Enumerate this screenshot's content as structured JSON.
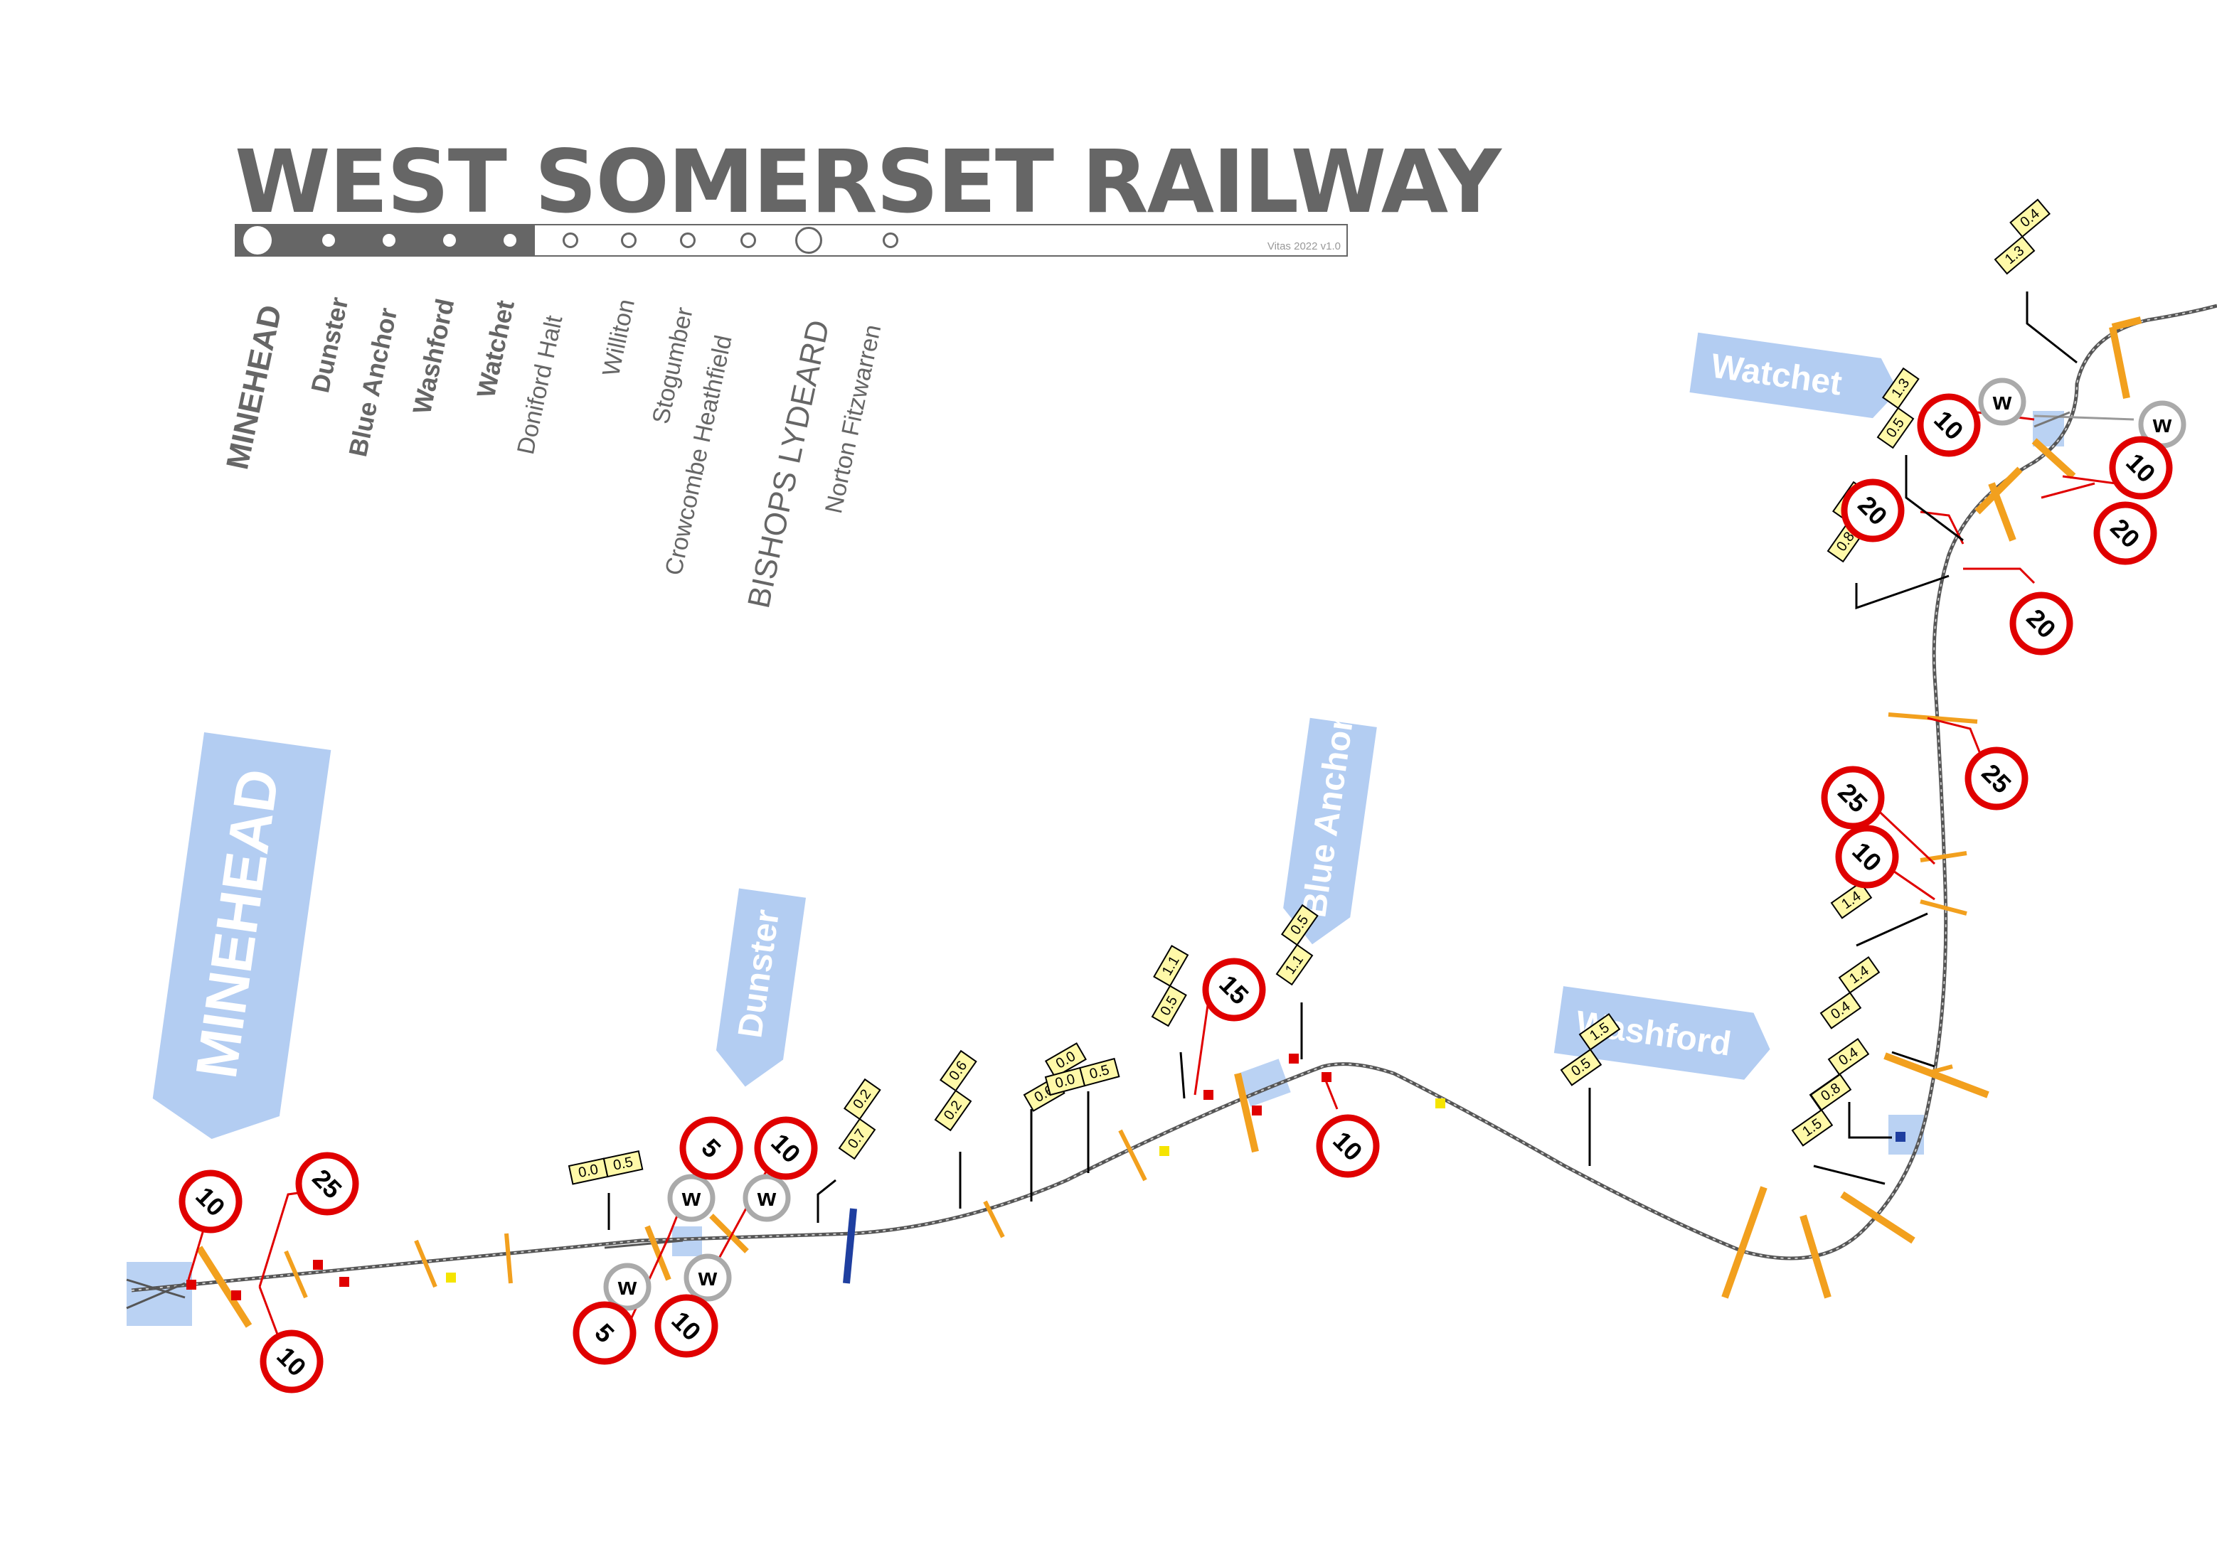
{
  "title": "WEST SOMERSET RAILWAY",
  "version": "Vitas 2022   v1.0",
  "stations_list": [
    {
      "name": "MINEHEAD",
      "style": "major"
    },
    {
      "name": "Dunster",
      "style": "minor"
    },
    {
      "name": "Blue Anchor",
      "style": "minor"
    },
    {
      "name": "Washford",
      "style": "minor"
    },
    {
      "name": "Watchet",
      "style": "minor"
    },
    {
      "name": "Doniford Halt",
      "style": "halt"
    },
    {
      "name": "Williton",
      "style": "halt"
    },
    {
      "name": "Stogumber",
      "style": "halt"
    },
    {
      "name": "Crowcombe Heathfield",
      "style": "halt"
    },
    {
      "name": "BISHOPS LYDEARD",
      "style": "majorHalt"
    },
    {
      "name": "Norton Fitzwarren",
      "style": "halt"
    }
  ],
  "station_banners": [
    {
      "name": "MINEHEAD"
    },
    {
      "name": "Dunster"
    },
    {
      "name": "Blue Anchor"
    },
    {
      "name": "Washford"
    },
    {
      "name": "Watchet"
    }
  ],
  "speed_limits": [
    "10",
    "25",
    "10",
    "5",
    "10",
    "5",
    "10",
    "15",
    "10",
    "25",
    "25",
    "10",
    "20",
    "20",
    "20",
    "10",
    "10"
  ],
  "whistle_label": "w",
  "gradient_labels": [
    [
      "0.0",
      "0.5"
    ],
    [
      "0.7",
      "0.2"
    ],
    [
      "0.2",
      "0.6"
    ],
    [
      "0.6",
      "0.0"
    ],
    [
      "0.0",
      "0.5"
    ],
    [
      "0.5",
      "1.1"
    ],
    [
      "1.1",
      "0.5"
    ],
    [
      "0.5",
      "1.5"
    ],
    [
      "0.4",
      "1.4"
    ],
    [
      "0.8",
      "0.4"
    ],
    [
      "1.5",
      "0.8"
    ],
    [
      "1.4",
      "0.8"
    ],
    [
      "0.8",
      "0.5"
    ],
    [
      "0.5",
      "1.3"
    ],
    [
      "1.3",
      "0.4"
    ]
  ],
  "colors": {
    "title": "#666666",
    "banner": "#b3cdf2",
    "speed_ring": "#e00000",
    "whistle_ring": "#aaaaaa",
    "gradient_sign": "#fff9a8",
    "marker_orange": "#f2a01e",
    "marker_blue": "#1f3fa0",
    "track": "#555555"
  }
}
